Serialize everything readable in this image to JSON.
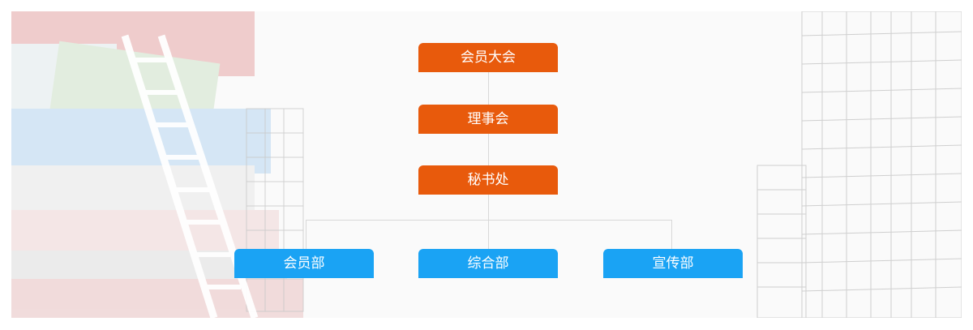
{
  "org_chart": {
    "top": "会员大会",
    "board": "理事会",
    "secretariat": "秘书处",
    "departments": [
      "会员部",
      "综合部",
      "宣传部"
    ],
    "colors": {
      "leadership": "#e85a0c",
      "departments": "#1aa3f4"
    }
  }
}
